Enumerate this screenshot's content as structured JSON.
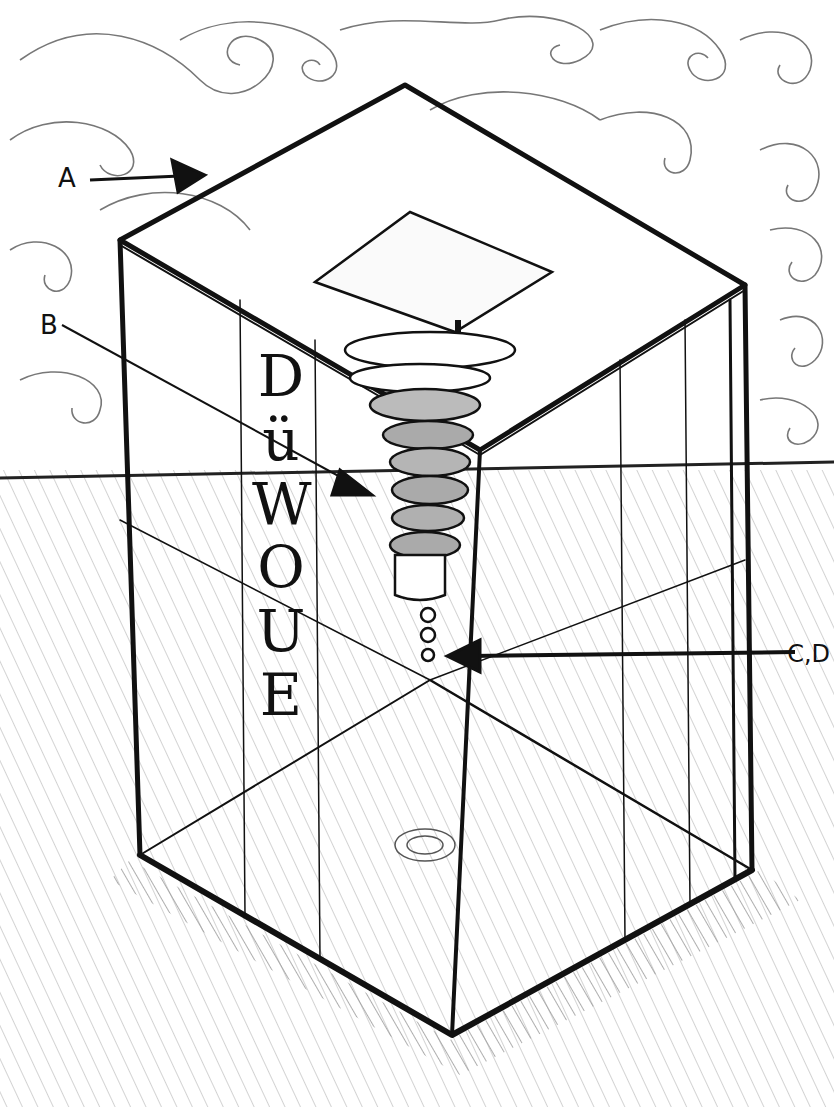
{
  "diagram": {
    "labels": [
      "A",
      "B",
      "C,D",
      "DüWOUE"
    ]
  }
}
